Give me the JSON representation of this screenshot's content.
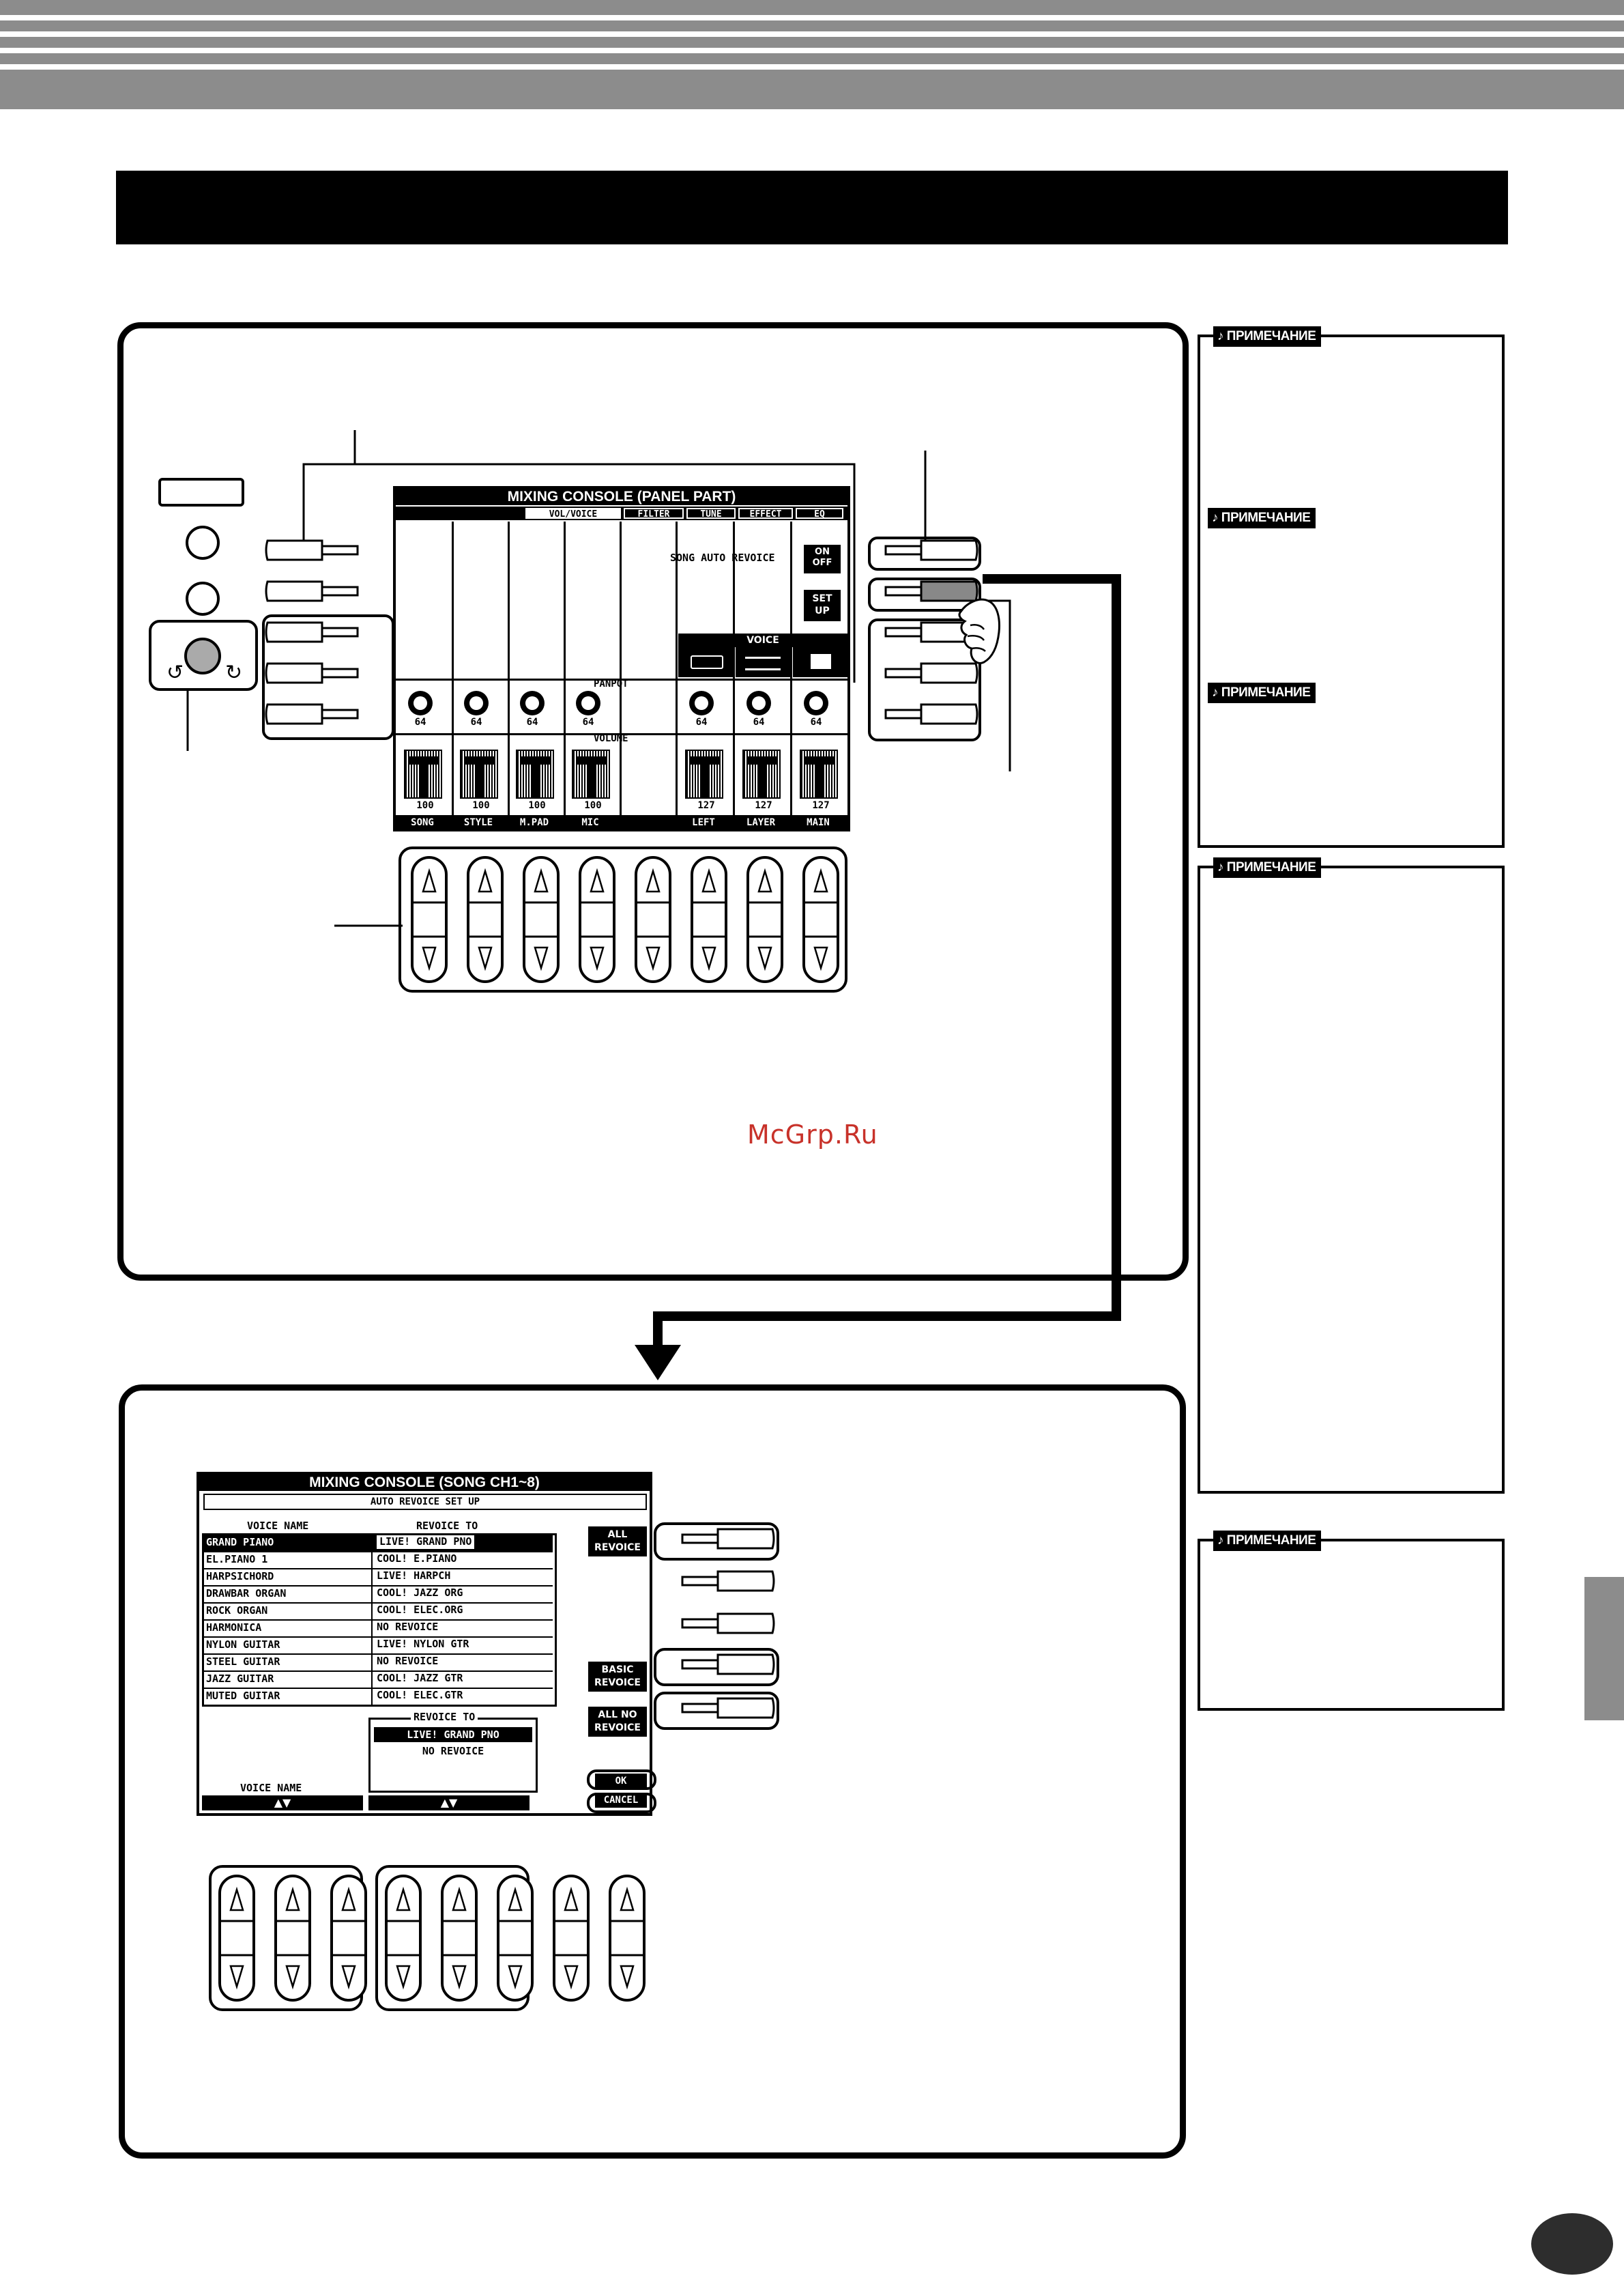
{
  "header": {
    "title": ""
  },
  "panel_top": {
    "lcd_title": "MIXING CONSOLE (PANEL PART)",
    "tabs": [
      "VOL/VOICE",
      "FILTER",
      "TUNE",
      "EFFECT",
      "EQ"
    ],
    "song_auto_revoice": "SONG AUTO REVOICE",
    "on_off": "ON\nOFF",
    "on_label": "ON",
    "off_label": "OFF",
    "set_up": "SET\nUP",
    "set_label": "SET",
    "up_label": "UP",
    "voice_label": "VOICE",
    "panpot_label": "PANPOT",
    "volume_label": "VOLUME",
    "panpot_values": [
      "64",
      "64",
      "64",
      "64",
      "64",
      "64",
      "64"
    ],
    "volume_values": [
      "100",
      "100",
      "100",
      "100",
      "127",
      "127",
      "127"
    ],
    "parts": [
      "SONG",
      "STYLE",
      "M.PAD",
      "MIC",
      "LEFT",
      "LAYER",
      "MAIN"
    ]
  },
  "panel_bottom": {
    "lcd_title": "MIXING CONSOLE (SONG CH1~8)",
    "subtitle": "AUTO REVOICE SET UP",
    "col_voice_name": "VOICE NAME",
    "col_revoice_to": "REVOICE TO",
    "rows": [
      {
        "voice": "GRAND PIANO",
        "revoice": "LIVE! GRAND PNO"
      },
      {
        "voice": "EL.PIANO 1",
        "revoice": "COOL! E.PIANO"
      },
      {
        "voice": "HARPSICHORD",
        "revoice": "LIVE! HARPCH"
      },
      {
        "voice": "DRAWBAR ORGAN",
        "revoice": "COOL! JAZZ ORG"
      },
      {
        "voice": "ROCK ORGAN",
        "revoice": "COOL! ELEC.ORG"
      },
      {
        "voice": "HARMONICA",
        "revoice": "NO REVOICE"
      },
      {
        "voice": "NYLON GUITAR",
        "revoice": "LIVE! NYLON GTR"
      },
      {
        "voice": "STEEL GUITAR",
        "revoice": "NO REVOICE"
      },
      {
        "voice": "JAZZ GUITAR",
        "revoice": "COOL! JAZZ GTR"
      },
      {
        "voice": "MUTED GUITAR",
        "revoice": "COOL! ELEC.GTR"
      }
    ],
    "revoice_to_box_title": "REVOICE TO",
    "revoice_options": [
      "LIVE! GRAND PNO",
      "NO REVOICE"
    ],
    "footer_voice_name": "VOICE NAME",
    "arrows": "▲▼",
    "all_revoice": "ALL\nREVOICE",
    "all_label": "ALL",
    "revoice_label": "REVOICE",
    "basic_label": "BASIC",
    "all_no_label": "ALL NO",
    "ok_label": "OK",
    "cancel_label": "CANCEL"
  },
  "notes": {
    "tag_label": "ПРИМЕЧАНИЕ"
  },
  "watermark": "McGrp.Ru"
}
